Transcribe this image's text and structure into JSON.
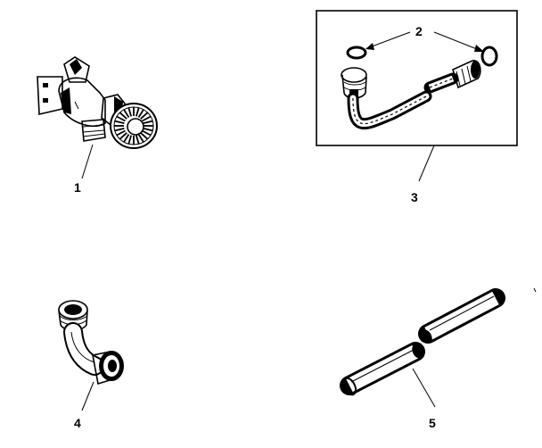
{
  "labels": {
    "part1": "1",
    "part2": "2",
    "part3": "3",
    "part4": "4",
    "part5": "5"
  },
  "colors": {
    "ink": "#000000",
    "paper": "#ffffff"
  }
}
